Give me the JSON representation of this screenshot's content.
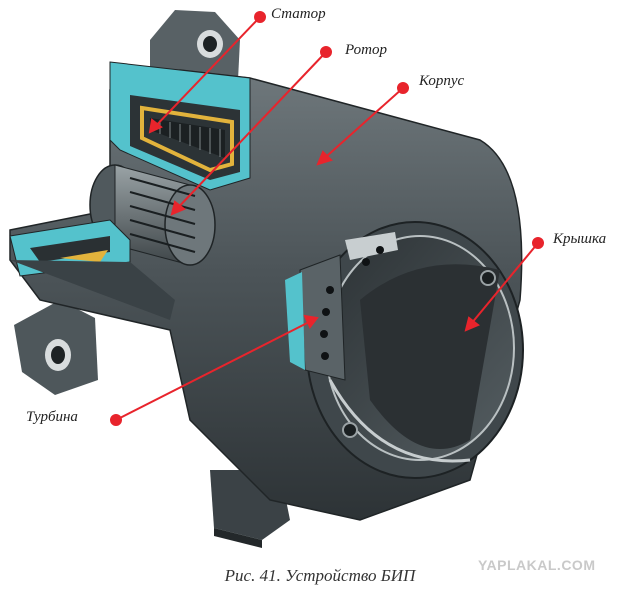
{
  "labels": {
    "stator": "Статор",
    "rotor": "Ротор",
    "korpus": "Корпус",
    "kryshka": "Крышка",
    "turbina": "Турбина"
  },
  "caption": "Рис. 41. Устройство БИП",
  "watermark": "YAPLAKAL.COM",
  "colors": {
    "body": "#4a5257",
    "body_dark": "#2f3538",
    "body_light": "#6b7478",
    "section_cut": "#54c2cc",
    "coil": "#e2b33c",
    "leader": "#e8242c",
    "background": "#ffffff"
  }
}
